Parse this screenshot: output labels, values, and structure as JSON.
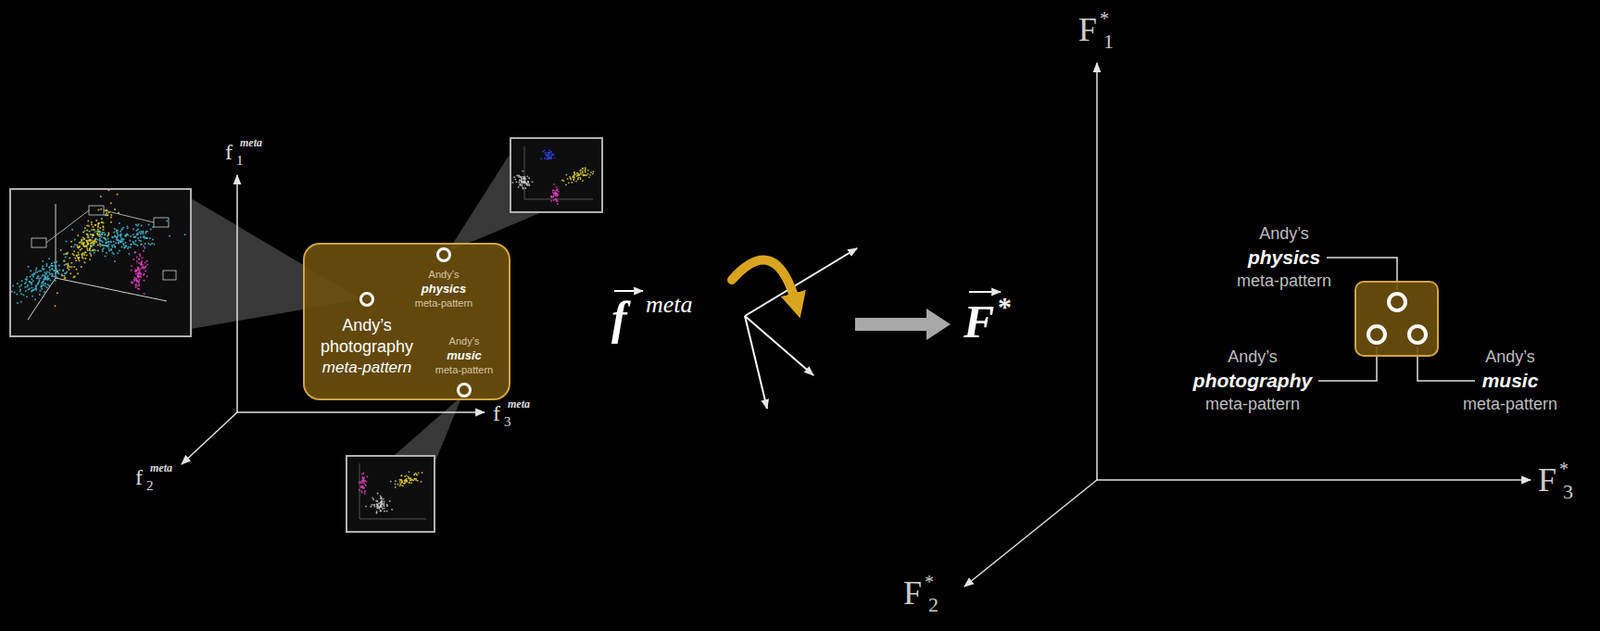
{
  "diagram": {
    "nodes": [
      {
        "text": []
      },
      {
        "text": [
          "Andy’s",
          "physics",
          "meta-pattern"
        ],
        "in": 0
      },
      {
        "text": [
          "Andy’s",
          "photography",
          "meta-pattern"
        ],
        "in": 0
      },
      {
        "text": [
          "Andy’s",
          "music",
          "meta-pattern"
        ],
        "in": 0
      },
      {
        "text": []
      },
      {
        "text": [
          "Andy’s",
          "physics",
          "meta-pattern"
        ],
        "in": 4
      },
      {
        "text": [
          "Andy’s",
          "photography",
          "meta-pattern"
        ],
        "in": 4
      },
      {
        "text": [
          "Andy’s",
          "music",
          "meta-pattern"
        ],
        "in": 4
      }
    ],
    "labels": [
      "f",
      "1",
      "meta",
      "f",
      "2",
      "meta",
      "f",
      "3",
      "meta",
      "f",
      "meta",
      "F",
      "*",
      "F",
      "*",
      "1",
      "F",
      "*",
      "2",
      "F",
      "*",
      "3"
    ]
  }
}
